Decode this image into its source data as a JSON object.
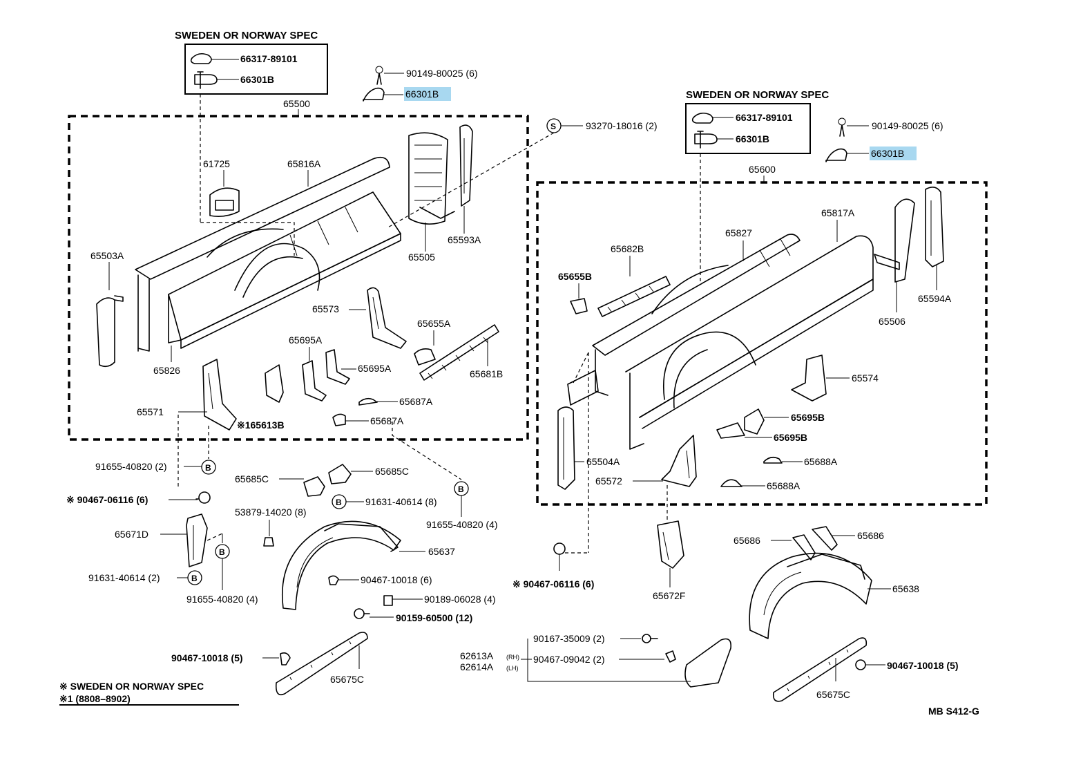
{
  "headers": {
    "left_spec": "SWEDEN OR NORWAY SPEC",
    "right_spec": "SWEDEN OR NORWAY SPEC"
  },
  "assemblies": {
    "left_bed": "65500",
    "right_bed": "65600"
  },
  "labels": {
    "l_66317": "66317-89101",
    "l_66301b_box": "66301B",
    "l_screw_top": "90149-80025 (6)",
    "l_66301b_hl": "66301B",
    "l_61725": "61725",
    "l_65816a": "65816A",
    "l_65503a": "65503A",
    "l_65826": "65826",
    "l_65505": "65505",
    "l_65593a": "65593A",
    "l_93270": "93270-18016 (2)",
    "l_65573": "65573",
    "l_65655a": "65655A",
    "l_65681b": "65681B",
    "l_65695a_1": "65695A",
    "l_65695a_2": "65695A",
    "l_65687a_1": "65687A",
    "l_65687a_2": "65687A",
    "l_65571": "65571",
    "l_165613b": "※165613B",
    "l_91655_2": "91655-40820 (2)",
    "l_65685c_1": "65685C",
    "l_65685c_2": "65685C",
    "l_91631_8": "91631-40614 (8)",
    "l_91655_4b": "91655-40820 (4)",
    "l_90467_6": "※ 90467-06116 (6)",
    "l_53879": "53879-14020 (8)",
    "l_65671d": "65671D",
    "l_65637": "65637",
    "l_90467_10018_6": "90467-10018 (6)",
    "l_91631_2": "91631-40614 (2)",
    "l_90189": "90189-06028 (4)",
    "l_91655_4": "91655-40820 (4)",
    "l_90159": "90159-60500 (12)",
    "l_90467_10018_5l": "90467-10018 (5)",
    "l_65675c_l": "65675C",
    "r_66317": "66317-89101",
    "r_66301b_box": "66301B",
    "r_screw_top": "90149-80025 (6)",
    "r_66301b_hl": "66301B",
    "r_65682b": "65682B",
    "r_65827": "65827",
    "r_65817a": "65817A",
    "r_65655b": "65655B",
    "r_65506": "65506",
    "r_65594a": "65594A",
    "r_65574": "65574",
    "r_65695b_1": "65695B",
    "r_65695b_2": "65695B",
    "r_65504a": "65504A",
    "r_65688a_1": "65688A",
    "r_65572": "65572",
    "r_65688a_2": "65688A",
    "r_65686_1": "65686",
    "r_65686_2": "65686",
    "r_90467_6": "※ 90467-06116 (6)",
    "r_65672f": "65672F",
    "r_65638": "65638",
    "r_90167": "90167-35009 (2)",
    "r_62613a": "62613A",
    "r_62613a_sub": "(RH)",
    "r_62614a": "62614A",
    "r_62614a_sub": "(LH)",
    "r_90467_09042": "90467-09042 (2)",
    "r_90467_10018_5": "90467-10018 (5)",
    "r_65675c": "65675C"
  },
  "callouts": {
    "s_marker": "S",
    "b_marker": "B"
  },
  "footnotes": {
    "note1": "※  SWEDEN OR NORWAY SPEC",
    "note2": "※1 (8808–8902)"
  },
  "code": "MB S412-G"
}
